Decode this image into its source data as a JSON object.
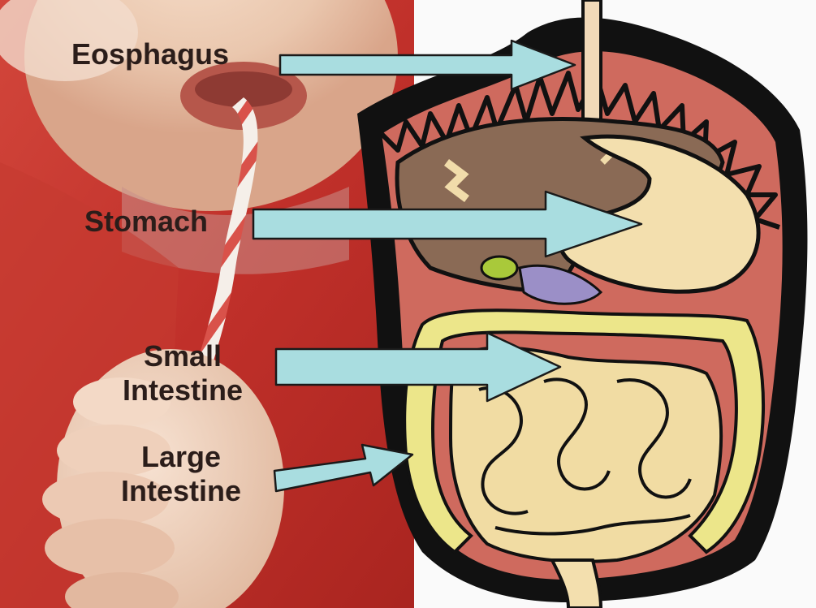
{
  "labels": {
    "esophagus": "Eosphagus",
    "stomach": "Stomach",
    "small_intestine_line1": "Small",
    "small_intestine_line2": "Intestine",
    "large_intestine_line1": "Large",
    "large_intestine_line2": "Intestine"
  },
  "colors": {
    "arrow_fill": "#a9dde0",
    "arrow_stroke": "#1a1a1a",
    "label_text": "#2b1d1a",
    "photo_red": "#c8332b",
    "body_wall": "#c9645a",
    "liver": "#8a6a55",
    "stomach": "#f3dfae",
    "intestine_small": "#f1dca3",
    "intestine_large": "#ece68a",
    "gallbladder": "#a9c93a",
    "pancreas": "#9b8fc7"
  },
  "icons": {
    "photo": "person-drinking-with-straw",
    "diagram": "digestive-system-illustration"
  }
}
